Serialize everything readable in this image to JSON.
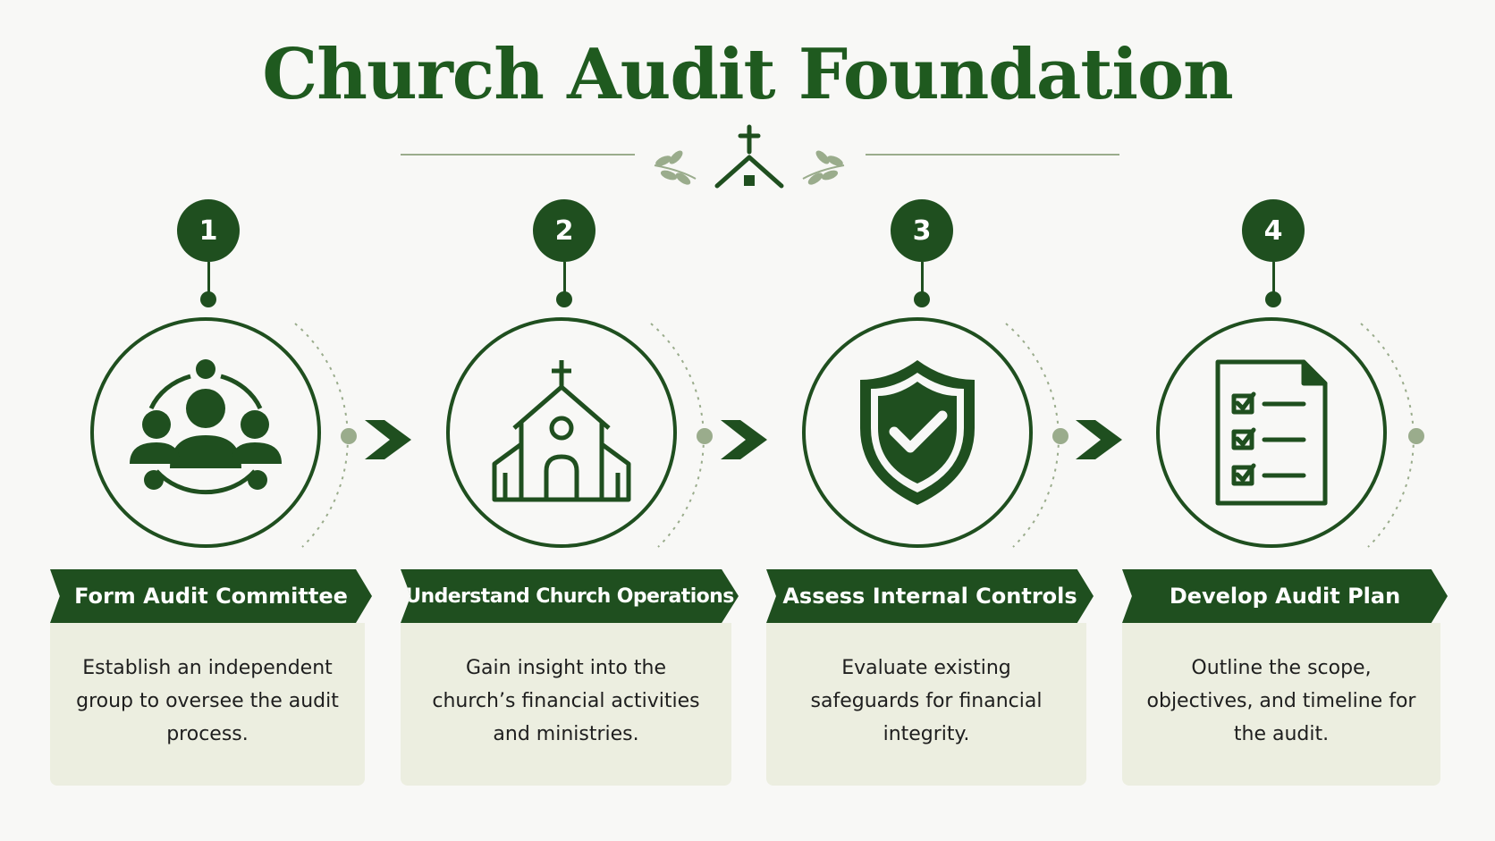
{
  "title": "Church Audit Foundation",
  "colors": {
    "primary": "#1f4f1f",
    "accent": "#9aac8c",
    "card": "#eceee0",
    "background": "#f8f8f6"
  },
  "header_icon": "church-icon",
  "steps": [
    {
      "number": "1",
      "icon": "people-network-icon",
      "heading": "Form Audit Committee",
      "description": "Establish an independent group to oversee the audit process."
    },
    {
      "number": "2",
      "icon": "church-building-icon",
      "heading": "Understand Church Operations",
      "description": "Gain insight into the church’s financial activities and ministries."
    },
    {
      "number": "3",
      "icon": "shield-check-icon",
      "heading": "Assess Internal Controls",
      "description": "Evaluate existing safeguards for financial integrity."
    },
    {
      "number": "4",
      "icon": "checklist-document-icon",
      "heading": "Develop Audit Plan",
      "description": "Outline the scope, objectives, and timeline for the audit."
    }
  ]
}
